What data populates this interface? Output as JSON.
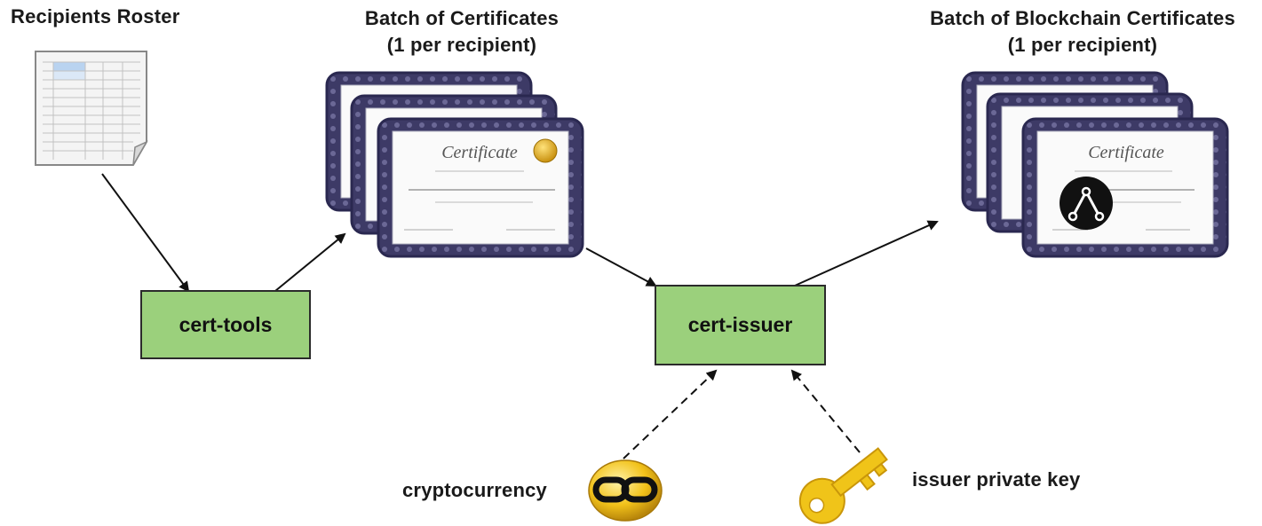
{
  "titles": {
    "roster": "Recipients Roster",
    "batch_line1": "Batch of Certificates",
    "batch_line2": "(1 per recipient)",
    "blockchain_line1": "Batch of Blockchain Certificates",
    "blockchain_line2": "(1 per recipient)"
  },
  "boxes": {
    "cert_tools": "cert-tools",
    "cert_issuer": "cert-issuer"
  },
  "inputs": {
    "cryptocurrency": "cryptocurrency",
    "issuer_key": "issuer private key"
  },
  "certificate": {
    "heading": "Certificate"
  },
  "colors": {
    "box_fill": "#9bd07c",
    "cert_border": "#3d3a66",
    "seal": "#d9a520",
    "key": "#f0c419"
  },
  "icons": [
    "spreadsheet-icon",
    "certificate-icon",
    "blockchain-logo-icon",
    "chain-link-coin-icon",
    "key-icon"
  ]
}
